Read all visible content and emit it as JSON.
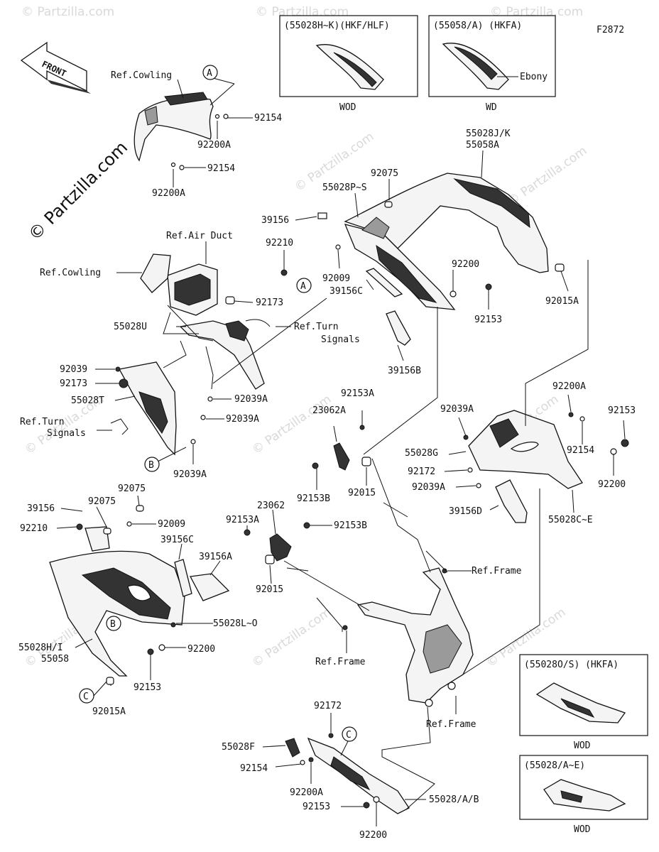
{
  "figure_id": "F2872",
  "front_label": "FRONT",
  "watermark": "© Partzilla.com",
  "inset_boxes": {
    "top_left": {
      "title": "(55028H~K)(HKF/HLF)",
      "caption": "WOD"
    },
    "top_right": {
      "title": "(55058/A)   (HKFA)",
      "caption": "WD",
      "note": "Ebony"
    },
    "bottom_1": {
      "title": "(55028O/S)  (HKFA)",
      "caption": "WOD"
    },
    "bottom_2": {
      "title": "(55028/A~E)",
      "caption": "WOD"
    }
  },
  "callouts": [
    "A",
    "A",
    "B",
    "B",
    "C",
    "C"
  ],
  "labels": {
    "ref_cowling_1": "Ref.Cowling",
    "ref_cowling_2": "Ref.Cowling",
    "ref_air_duct": "Ref.Air Duct",
    "ref_turn_1a": "Ref.Turn",
    "ref_turn_1b": "Signals",
    "ref_turn_2a": "Ref.Turn",
    "ref_turn_2b": "Signals",
    "ref_frame_1": "Ref.Frame",
    "ref_frame_2": "Ref.Frame",
    "ref_frame_3": "Ref.Frame",
    "p92154_a": "92154",
    "p92200A_a": "92200A",
    "p92154_b": "92154",
    "p92200A_b": "92200A",
    "p55028JK": "55028J/K",
    "p55058A": "55058A",
    "p92075_a": "92075",
    "p55028PS": "55028P~S",
    "p39156_a": "39156",
    "p92210_a": "92210",
    "p92009_a": "92009",
    "p39156C_a": "39156C",
    "p92200_a": "92200",
    "p92153_a": "92153",
    "p92015A_a": "92015A",
    "p39156B": "39156B",
    "p92173_a": "92173",
    "p55028U": "55028U",
    "p92039_a": "92039",
    "p92173_b": "92173",
    "p55028T": "55028T",
    "p92039A_a": "92039A",
    "p92039A_b": "92039A",
    "p92039A_c": "92039A",
    "p92153A_a": "92153A",
    "p23062A": "23062A",
    "p92153B_a": "92153B",
    "p92015_a": "92015",
    "p92039A_d": "92039A",
    "p92200A_c": "92200A",
    "p92153_b": "92153",
    "p55028G": "55028G",
    "p92154_c": "92154",
    "p92172_a": "92172",
    "p92039A_e": "92039A",
    "p92200_b": "92200",
    "p39156D": "39156D",
    "p55028CE": "55028C~E",
    "p92075_b": "92075",
    "p39156_b": "39156",
    "p92075_c": "92075",
    "p92210_b": "92210",
    "p92009_b": "92009",
    "p23062": "23062",
    "p92153A_b": "92153A",
    "p92153B_b": "92153B",
    "p39156C_b": "39156C",
    "p39156A": "39156A",
    "p92015_b": "92015",
    "p55028LO": "55028L~O",
    "p55028HI": "55028H/I",
    "p55058": "55058",
    "p92200_c": "92200",
    "p92153_c": "92153",
    "p92015A_b": "92015A",
    "p92172_b": "92172",
    "p55028F": "55028F",
    "p92154_d": "92154",
    "p92200A_d": "92200A",
    "p92153_d": "92153",
    "p55028AB": "55028/A/B",
    "p92200_d": "92200"
  }
}
